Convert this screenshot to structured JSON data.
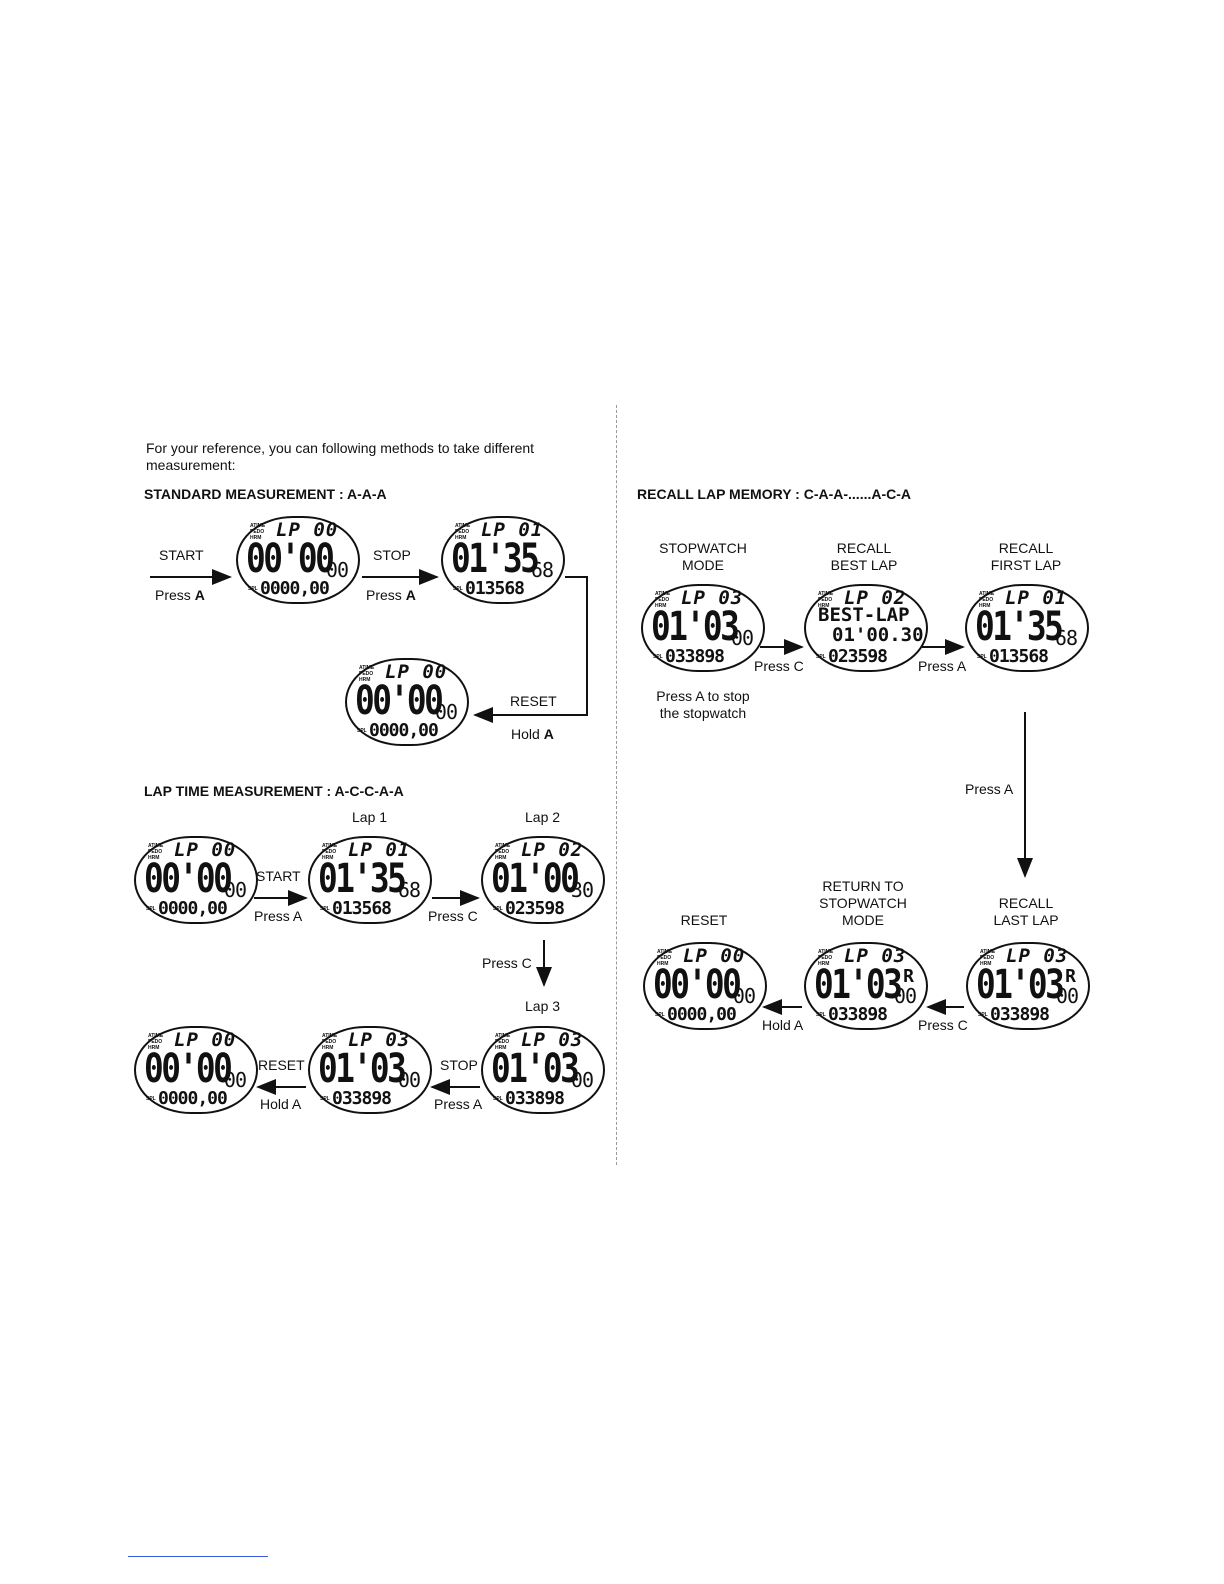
{
  "intro": "For your reference, you can following methods to take different measurement:",
  "headings": {
    "standard": "STANDARD MEASUREMENT : A-A-A",
    "lap": "LAP TIME MEASUREMENT : A-C-C-A-A",
    "recall": "RECALL LAP MEMORY : C-A-A-......A-C-A"
  },
  "labels": {
    "start": "START",
    "stop": "STOP",
    "reset": "RESET",
    "press": "Press",
    "hold": "Hold",
    "btn_a": "A",
    "press_a": "Press A",
    "press_c": "Press C",
    "hold_a": "Hold A",
    "lap1": "Lap 1",
    "lap2": "Lap 2",
    "lap3": "Lap 3",
    "stopwatch_mode": "STOPWATCH\nMODE",
    "recall_best": "RECALL\nBEST LAP",
    "recall_first": "RECALL\nFIRST LAP",
    "recall_last": "RECALL\nLAST LAP",
    "return_mode": "RETURN TO\nSTOPWATCH\nMODE",
    "reset_title": "RESET",
    "press_a_stop": "Press A to stop\nthe stopwatch"
  },
  "watch": {
    "icons": "ATIME\nPEDO\nHRM",
    "spl": "SPL",
    "r": "R",
    "lp00": "LP 00",
    "lp01": "LP 01",
    "lp02": "LP 02",
    "lp03": "LP 03",
    "t0000": "00'00",
    "t0135": "01'35",
    "t0100": "01'00",
    "t0103": "01'03",
    "s00": "00",
    "s68": "68",
    "s30": "30",
    "sp0": "0000,00",
    "sp1356": "013568",
    "sp2359": "023598",
    "sp3389": "033898",
    "best": "BEST-LAP",
    "besttime": "01'00.30"
  }
}
